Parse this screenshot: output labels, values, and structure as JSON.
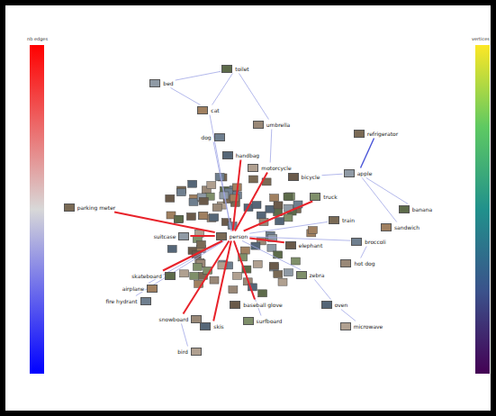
{
  "diagram": {
    "nodes": [
      {
        "text": [
          "person"
        ]
      },
      {
        "text": [
          "bed"
        ]
      },
      {
        "text": [
          "toilet"
        ]
      },
      {
        "text": [
          "cat"
        ]
      },
      {
        "text": [
          "dog"
        ]
      },
      {
        "text": [
          "umbrella"
        ]
      },
      {
        "text": [
          "handbag"
        ]
      },
      {
        "text": [
          "motorcycle"
        ]
      },
      {
        "text": [
          "bicycle"
        ]
      },
      {
        "text": [
          "truck"
        ]
      },
      {
        "text": [
          "refrigerator"
        ]
      },
      {
        "text": [
          "apple"
        ]
      },
      {
        "text": [
          "banana"
        ]
      },
      {
        "text": [
          "sandwich"
        ]
      },
      {
        "text": [
          "broccoli"
        ]
      },
      {
        "text": [
          "hot dog"
        ]
      },
      {
        "text": [
          "oven"
        ]
      },
      {
        "text": [
          "microwave"
        ]
      },
      {
        "text": [
          "elephant"
        ]
      },
      {
        "text": [
          "zebra"
        ]
      },
      {
        "text": [
          "parking meter"
        ]
      },
      {
        "text": [
          "suitcase"
        ]
      },
      {
        "text": [
          "skateboard"
        ]
      },
      {
        "text": [
          "airplane"
        ]
      },
      {
        "text": [
          "fire hydrant"
        ]
      },
      {
        "text": [
          "snowboard"
        ]
      },
      {
        "text": [
          "skis"
        ]
      },
      {
        "text": [
          "bird"
        ]
      },
      {
        "text": [
          "baseball glove"
        ]
      },
      {
        "text": [
          "surfboard"
        ]
      },
      {
        "text": [
          "train"
        ]
      }
    ],
    "edges": [
      {
        "from": 0,
        "to": 20,
        "arrow": "none"
      },
      {
        "from": 0,
        "to": 21,
        "arrow": "none"
      },
      {
        "from": 0,
        "to": 22,
        "arrow": "none"
      },
      {
        "from": 0,
        "to": 23,
        "arrow": "none"
      },
      {
        "from": 0,
        "to": 24,
        "arrow": "none"
      },
      {
        "from": 0,
        "to": 25,
        "arrow": "none"
      },
      {
        "from": 0,
        "to": 26,
        "arrow": "none"
      },
      {
        "from": 0,
        "to": 28,
        "arrow": "none"
      },
      {
        "from": 0,
        "to": 29,
        "arrow": "none"
      },
      {
        "from": 0,
        "to": 18,
        "arrow": "none"
      },
      {
        "from": 0,
        "to": 19,
        "arrow": "none"
      },
      {
        "from": 0,
        "to": 30,
        "arrow": "none"
      },
      {
        "from": 0,
        "to": 14,
        "arrow": "none"
      },
      {
        "from": 0,
        "to": 9,
        "arrow": "none"
      },
      {
        "from": 0,
        "to": 7,
        "arrow": "none"
      },
      {
        "from": 0,
        "to": 6,
        "arrow": "none"
      },
      {
        "from": 0,
        "to": 4,
        "arrow": "none"
      },
      {
        "from": 0,
        "to": 3,
        "arrow": "none"
      },
      {
        "from": 3,
        "to": 1,
        "arrow": "none"
      },
      {
        "from": 3,
        "to": 2,
        "arrow": "none"
      },
      {
        "from": 1,
        "to": 2,
        "arrow": "none"
      },
      {
        "from": 5,
        "to": 7,
        "arrow": "none"
      },
      {
        "from": 10,
        "to": 11,
        "arrow": "none"
      },
      {
        "from": 11,
        "to": 12,
        "arrow": "none"
      },
      {
        "from": 11,
        "to": 13,
        "arrow": "none"
      },
      {
        "from": 14,
        "to": 15,
        "arrow": "none"
      },
      {
        "from": 16,
        "to": 17,
        "arrow": "none"
      },
      {
        "from": 19,
        "to": 16,
        "arrow": "none"
      },
      {
        "from": 25,
        "to": 27,
        "arrow": "none"
      },
      {
        "from": 5,
        "to": 2,
        "arrow": "none"
      },
      {
        "from": 8,
        "to": 11,
        "arrow": "none"
      }
    ],
    "labels": [
      "nb edges",
      "vertices"
    ]
  }
}
